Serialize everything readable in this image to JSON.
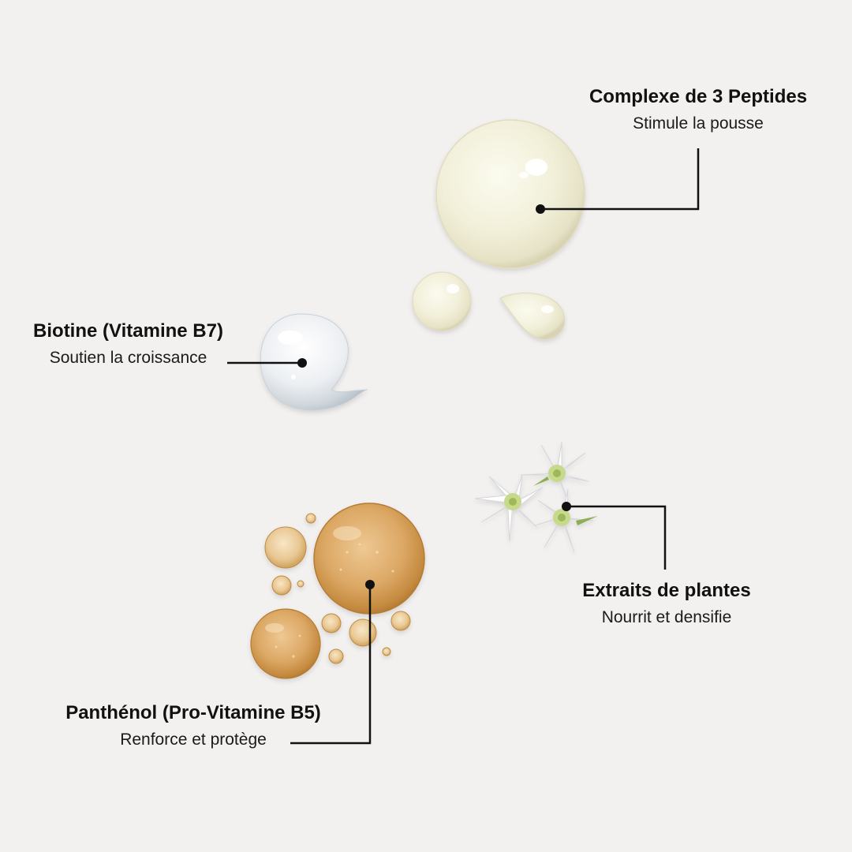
{
  "ingredients": [
    {
      "title": "Complexe de 3 Peptides",
      "subtitle": "Stimule la pousse",
      "illustration": "peptide-serum-drop"
    },
    {
      "title": "Biotine (Vitamine B7)",
      "subtitle": "Soutien la croissance",
      "illustration": "biotin-cream-swirl"
    },
    {
      "title": "Extraits de plantes",
      "subtitle": "Nourrit et densifie",
      "illustration": "white-flowers"
    },
    {
      "title": "Panthénol (Pro-Vitamine B5)",
      "subtitle": "Renforce et protège",
      "illustration": "panthenol-oil-drops"
    }
  ],
  "colors": {
    "background": "#f3f1ef",
    "text": "#141414",
    "leader_line": "#111111",
    "serum_cream": "#f1efd8",
    "biotin_white": "#e6eaee",
    "oil_amber": "#d9a25a",
    "flower_white": "#ffffff",
    "flower_center": "#c7d98a"
  }
}
